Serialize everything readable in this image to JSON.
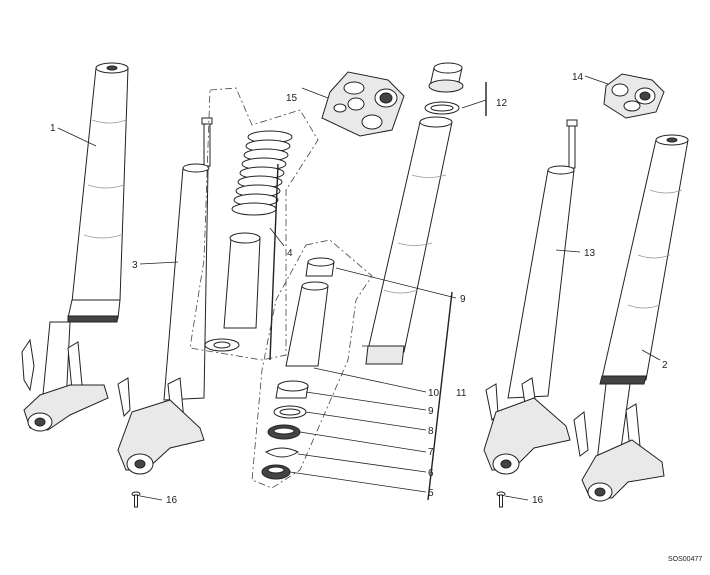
{
  "diagram": {
    "drawing_code": "SOS00477",
    "callouts": [
      {
        "id": "c1",
        "label": "1"
      },
      {
        "id": "c2",
        "label": "2"
      },
      {
        "id": "c3",
        "label": "3"
      },
      {
        "id": "c4",
        "label": "4"
      },
      {
        "id": "c5",
        "label": "5"
      },
      {
        "id": "c6",
        "label": "6"
      },
      {
        "id": "c7",
        "label": "7"
      },
      {
        "id": "c8",
        "label": "8"
      },
      {
        "id": "c9a",
        "label": "9"
      },
      {
        "id": "c9b",
        "label": "9"
      },
      {
        "id": "c10",
        "label": "10"
      },
      {
        "id": "c11",
        "label": "11"
      },
      {
        "id": "c12",
        "label": "12"
      },
      {
        "id": "c13",
        "label": "13"
      },
      {
        "id": "c14",
        "label": "14"
      },
      {
        "id": "c15",
        "label": "15"
      },
      {
        "id": "c16a",
        "label": "16"
      },
      {
        "id": "c16b",
        "label": "16"
      }
    ]
  }
}
